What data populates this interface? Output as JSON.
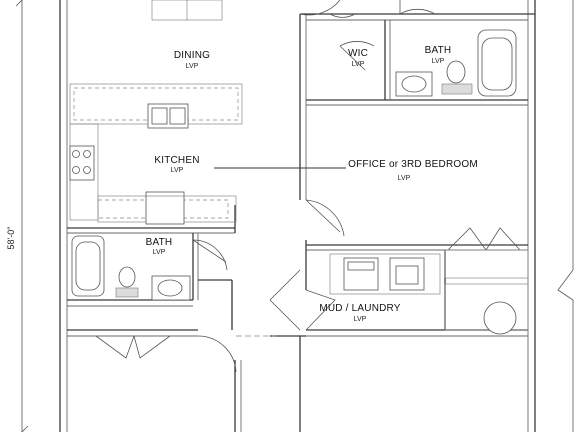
{
  "rooms": {
    "dining": {
      "name": "DINING",
      "floor": "LVP"
    },
    "kitchen": {
      "name": "KITCHEN",
      "floor": "LVP"
    },
    "wic": {
      "name": "WIC",
      "floor": "LVP"
    },
    "bath_upper": {
      "name": "BATH",
      "floor": "LVP"
    },
    "office": {
      "name": "OFFICE or 3RD BEDROOM",
      "floor": "LVP"
    },
    "bath_lower": {
      "name": "BATH",
      "floor": "LVP"
    },
    "mud_laundry": {
      "name": "MUD / LAUNDRY",
      "floor": "LVP"
    }
  },
  "dimensions": {
    "overall_depth": "58'-0\""
  }
}
